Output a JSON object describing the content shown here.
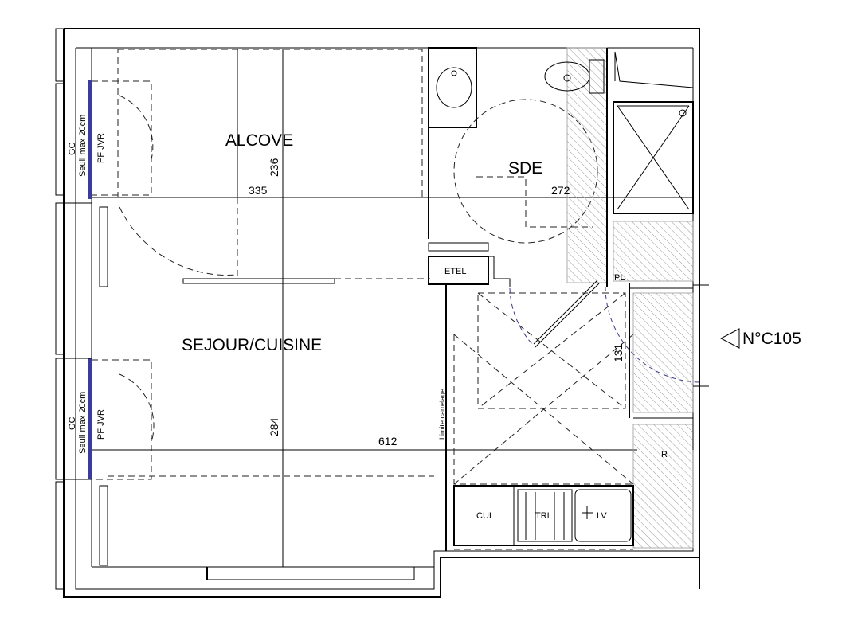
{
  "rooms": {
    "alcove": "ALCOVE",
    "sejour": "SEJOUR/CUISINE",
    "sde": "SDE"
  },
  "dimensions": {
    "alcove_height": "236",
    "alcove_width": "335",
    "sde_width": "272",
    "hall_height": "131",
    "sejour_height": "284",
    "total_width": "612"
  },
  "fixtures": {
    "etel": "ETEL",
    "pl": "PL",
    "cui": "CUI",
    "tri": "TRI",
    "lv": "LV",
    "r": "R",
    "limit": "Limite carrelage"
  },
  "windows": {
    "top": {
      "gc": "GC",
      "seuil": "Seuil max 20cm",
      "pf": "PF JVR"
    },
    "bottom": {
      "gc": "GC",
      "seuil": "Seuil max 20cm",
      "pf": "PF JVR"
    }
  },
  "unit_label": "N°C105"
}
